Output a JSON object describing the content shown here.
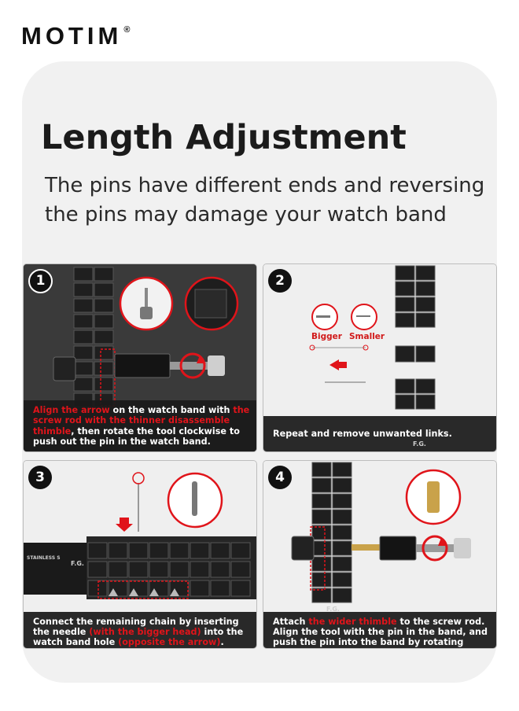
{
  "brand": {
    "name": "MOTIM",
    "registered": "®"
  },
  "heading": {
    "title": "Length Adjustment",
    "subtitle": "The pins have different ends and reversing the pins may damage your watch band"
  },
  "steps": [
    {
      "number": "1",
      "caption": {
        "p1": "Align the arrow",
        "p2": " on the watch band with ",
        "p3": "the screw rod with the thinner disassemble thimble",
        "p4": ", then rotate the tool clockwise to push out the pin in the watch band."
      }
    },
    {
      "number": "2",
      "labels": {
        "bigger": "Bigger",
        "smaller": "Smaller"
      },
      "engraving": "F.G.",
      "caption": {
        "p1": "Repeat and remove unwanted links."
      }
    },
    {
      "number": "3",
      "engraving": "F.G.",
      "side_text": "STAINLESS S",
      "caption": {
        "p1": "Connect the remaining chain by inserting the needle ",
        "p2": "(with the bigger head)",
        "p3": " into the watch band hole ",
        "p4": "(opposite the arrow)",
        "p5": "."
      }
    },
    {
      "number": "4",
      "engraving": "F.G.",
      "caption": {
        "p1": "Attach ",
        "p2": "the wider thimble",
        "p3": " to the screw rod. Align the tool with the pin in the band, and push the pin into the band by rotating clockwise."
      }
    }
  ],
  "colors": {
    "accent": "#e0141a",
    "dark": "#1a1a1a",
    "card": "#f1f1f1"
  }
}
